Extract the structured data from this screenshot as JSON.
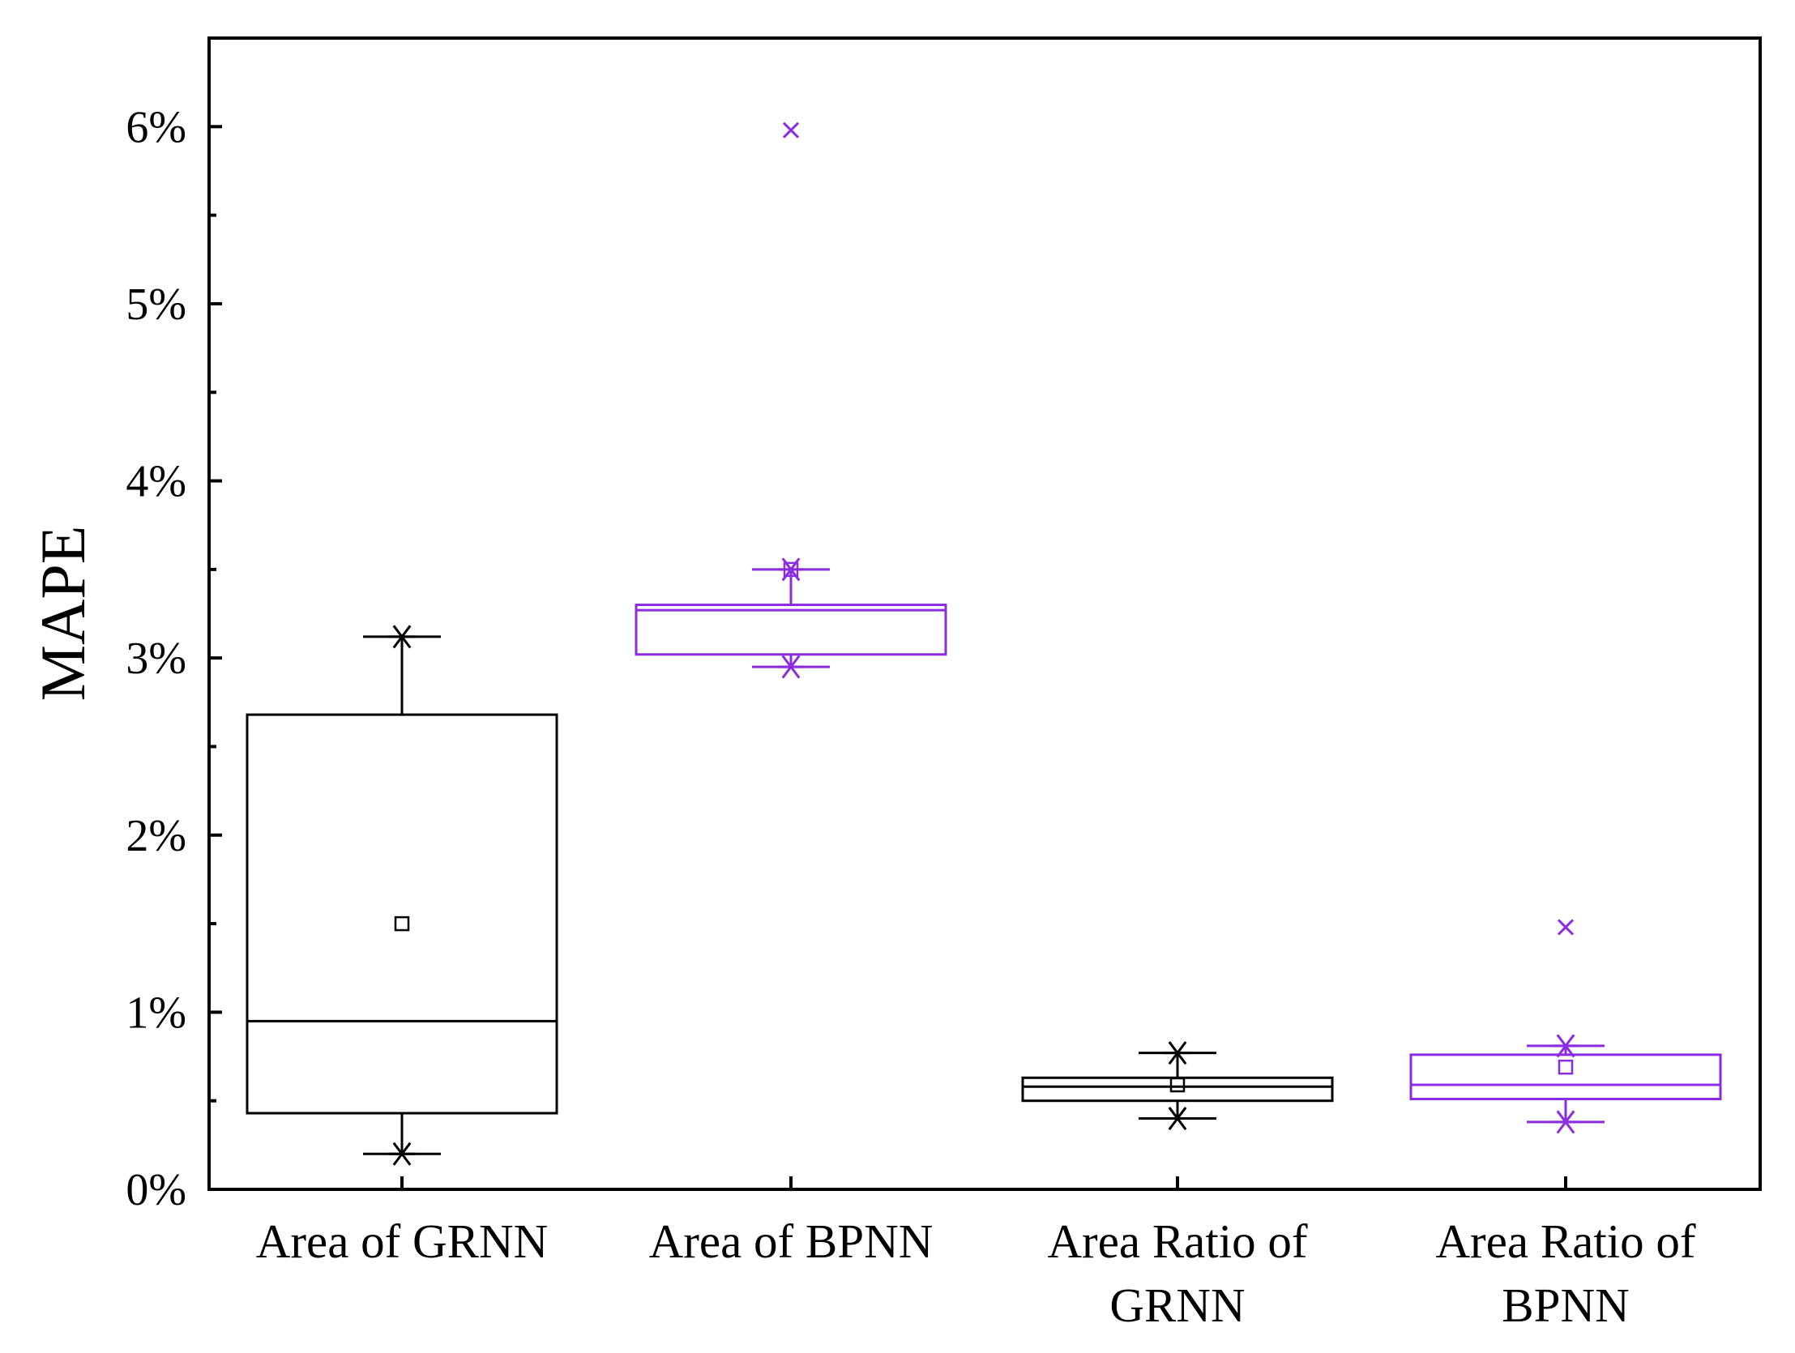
{
  "chart_data": {
    "type": "box",
    "ylabel": "MAPE",
    "xlabel": "",
    "ylim": [
      0,
      6.5
    ],
    "yticks": [
      "0%",
      "1%",
      "2%",
      "3%",
      "4%",
      "5%",
      "6%"
    ],
    "grid": false,
    "legend": "none",
    "categories": [
      [
        "Area of GRNN"
      ],
      [
        "Area of BPNN"
      ],
      [
        "Area Ratio of",
        "GRNN"
      ],
      [
        "Area Ratio of",
        "BPNN"
      ]
    ],
    "boxes": [
      {
        "color": "#000000",
        "whisker_low": 0.2,
        "q1": 0.43,
        "median": 0.95,
        "q3": 2.68,
        "whisker_high": 3.12,
        "mean": 1.5,
        "outliers": []
      },
      {
        "color": "#8b2be2",
        "whisker_low": 2.95,
        "q1": 3.02,
        "median": 3.27,
        "q3": 3.3,
        "whisker_high": 3.5,
        "mean": 3.5,
        "outliers": [
          5.98
        ]
      },
      {
        "color": "#000000",
        "whisker_low": 0.4,
        "q1": 0.5,
        "median": 0.58,
        "q3": 0.63,
        "whisker_high": 0.77,
        "mean": 0.59,
        "outliers": []
      },
      {
        "color": "#8b2be2",
        "whisker_low": 0.38,
        "q1": 0.51,
        "median": 0.59,
        "q3": 0.76,
        "whisker_high": 0.81,
        "mean": 0.69,
        "outliers": [
          1.48
        ]
      }
    ]
  }
}
